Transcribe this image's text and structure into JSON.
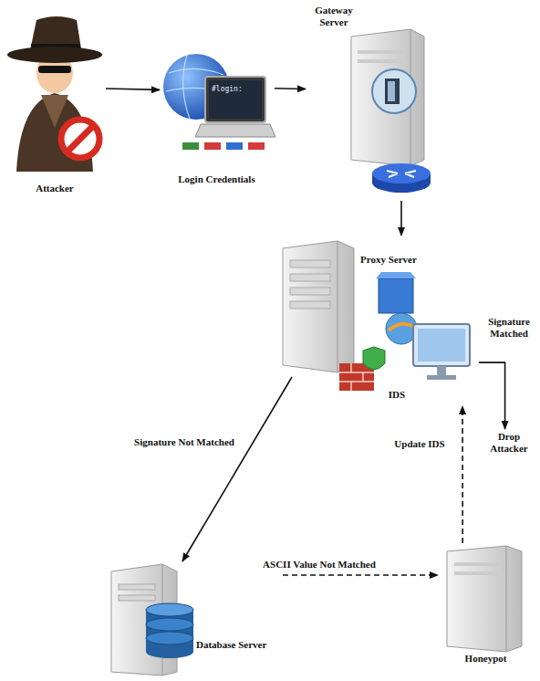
{
  "diagram": {
    "nodes": [
      {
        "text": [
          "Attacker"
        ]
      },
      {
        "text": [
          "Login Credentials"
        ]
      },
      {
        "text": [
          "Gateway Server"
        ]
      },
      {
        "text": [
          "Proxy Server"
        ]
      },
      {
        "text": [
          "IDS"
        ]
      },
      {
        "text": [
          "Drop Attacker"
        ]
      },
      {
        "text": [
          "Database Server"
        ]
      },
      {
        "text": [
          "Honeypot"
        ]
      }
    ],
    "edges": [
      {
        "from": 0,
        "to": 1,
        "arrow": "to"
      },
      {
        "from": 1,
        "to": 2,
        "arrow": "to"
      },
      {
        "from": 2,
        "to": 3,
        "arrow": "to"
      },
      {
        "from": 4,
        "to": 5,
        "label": "Signature Matched",
        "arrow": "to"
      },
      {
        "from": 3,
        "to": 6,
        "label": "Signature Not Matched",
        "arrow": "to"
      },
      {
        "from": 6,
        "to": 7,
        "label": "ASCII Value Not Matched",
        "arrow": "to"
      },
      {
        "from": 7,
        "to": 4,
        "label": "Update IDS",
        "arrow": "to"
      }
    ],
    "labels": [
      "#login:"
    ]
  }
}
